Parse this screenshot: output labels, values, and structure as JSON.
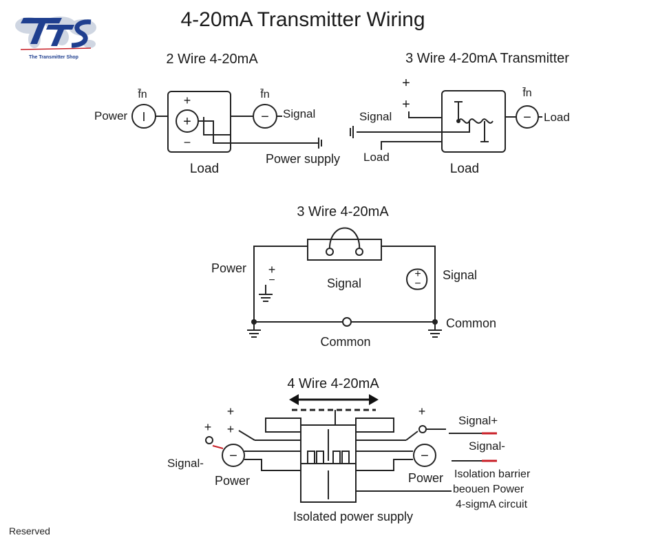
{
  "logo": {
    "mark": "TTS",
    "tagline": "The Transmitter Shop",
    "icon": "world-map-logo-icon",
    "colors": {
      "primary": "#1f3f8f",
      "accent": "#c81d25"
    }
  },
  "title": "4-20mA Transmitter Wiring",
  "footer": "Reserved",
  "panel_2wire": {
    "title": "2 Wire 4-20mA",
    "fn_left": "f̄n",
    "fn_right": "f̄n",
    "power": "Power",
    "signal": "Signal",
    "power_supply": "Power supply",
    "load": "Load",
    "plus": "+",
    "minus": "−",
    "src_symbol": "I",
    "circle_plus": "+",
    "circle_minus": "−"
  },
  "panel_3wire_transmitter": {
    "title": "3 Wire 4-20mA Transmitter",
    "plus_top": "+",
    "plus_mid": "+",
    "signal": "Signal",
    "load_left": "Load",
    "load_right": "Load",
    "load_bottom": "Load",
    "fn": "f̄n",
    "circle_minus": "−"
  },
  "panel_3wire": {
    "title": "3 Wire 4-20mA",
    "power": "Power",
    "signal_center": "Signal",
    "signal_right": "Signal",
    "common_right": "Common",
    "common_bottom": "Common",
    "plus_left": "+",
    "minus_left": "−",
    "plus_right": "+",
    "minus_right": "−"
  },
  "panel_4wire": {
    "title": "4 Wire 4-20mA",
    "plus_a": "+",
    "plus_b": "+",
    "plus_c": "+",
    "plus_right": "+",
    "signal_minus_left": "Signal-",
    "power_left": "Power",
    "power_right": "Power",
    "signal_plus": "Signal+",
    "signal_minus_right": "Signal-",
    "barrier_line1": "Isolation barrier",
    "barrier_line2": "beouen Power",
    "barrier_line3": "4-sigmA circuit",
    "isolated_supply": "Isolated power supply",
    "circle_minus_left": "−",
    "circle_minus_right": "−",
    "wire_accent": "#c81d25"
  }
}
